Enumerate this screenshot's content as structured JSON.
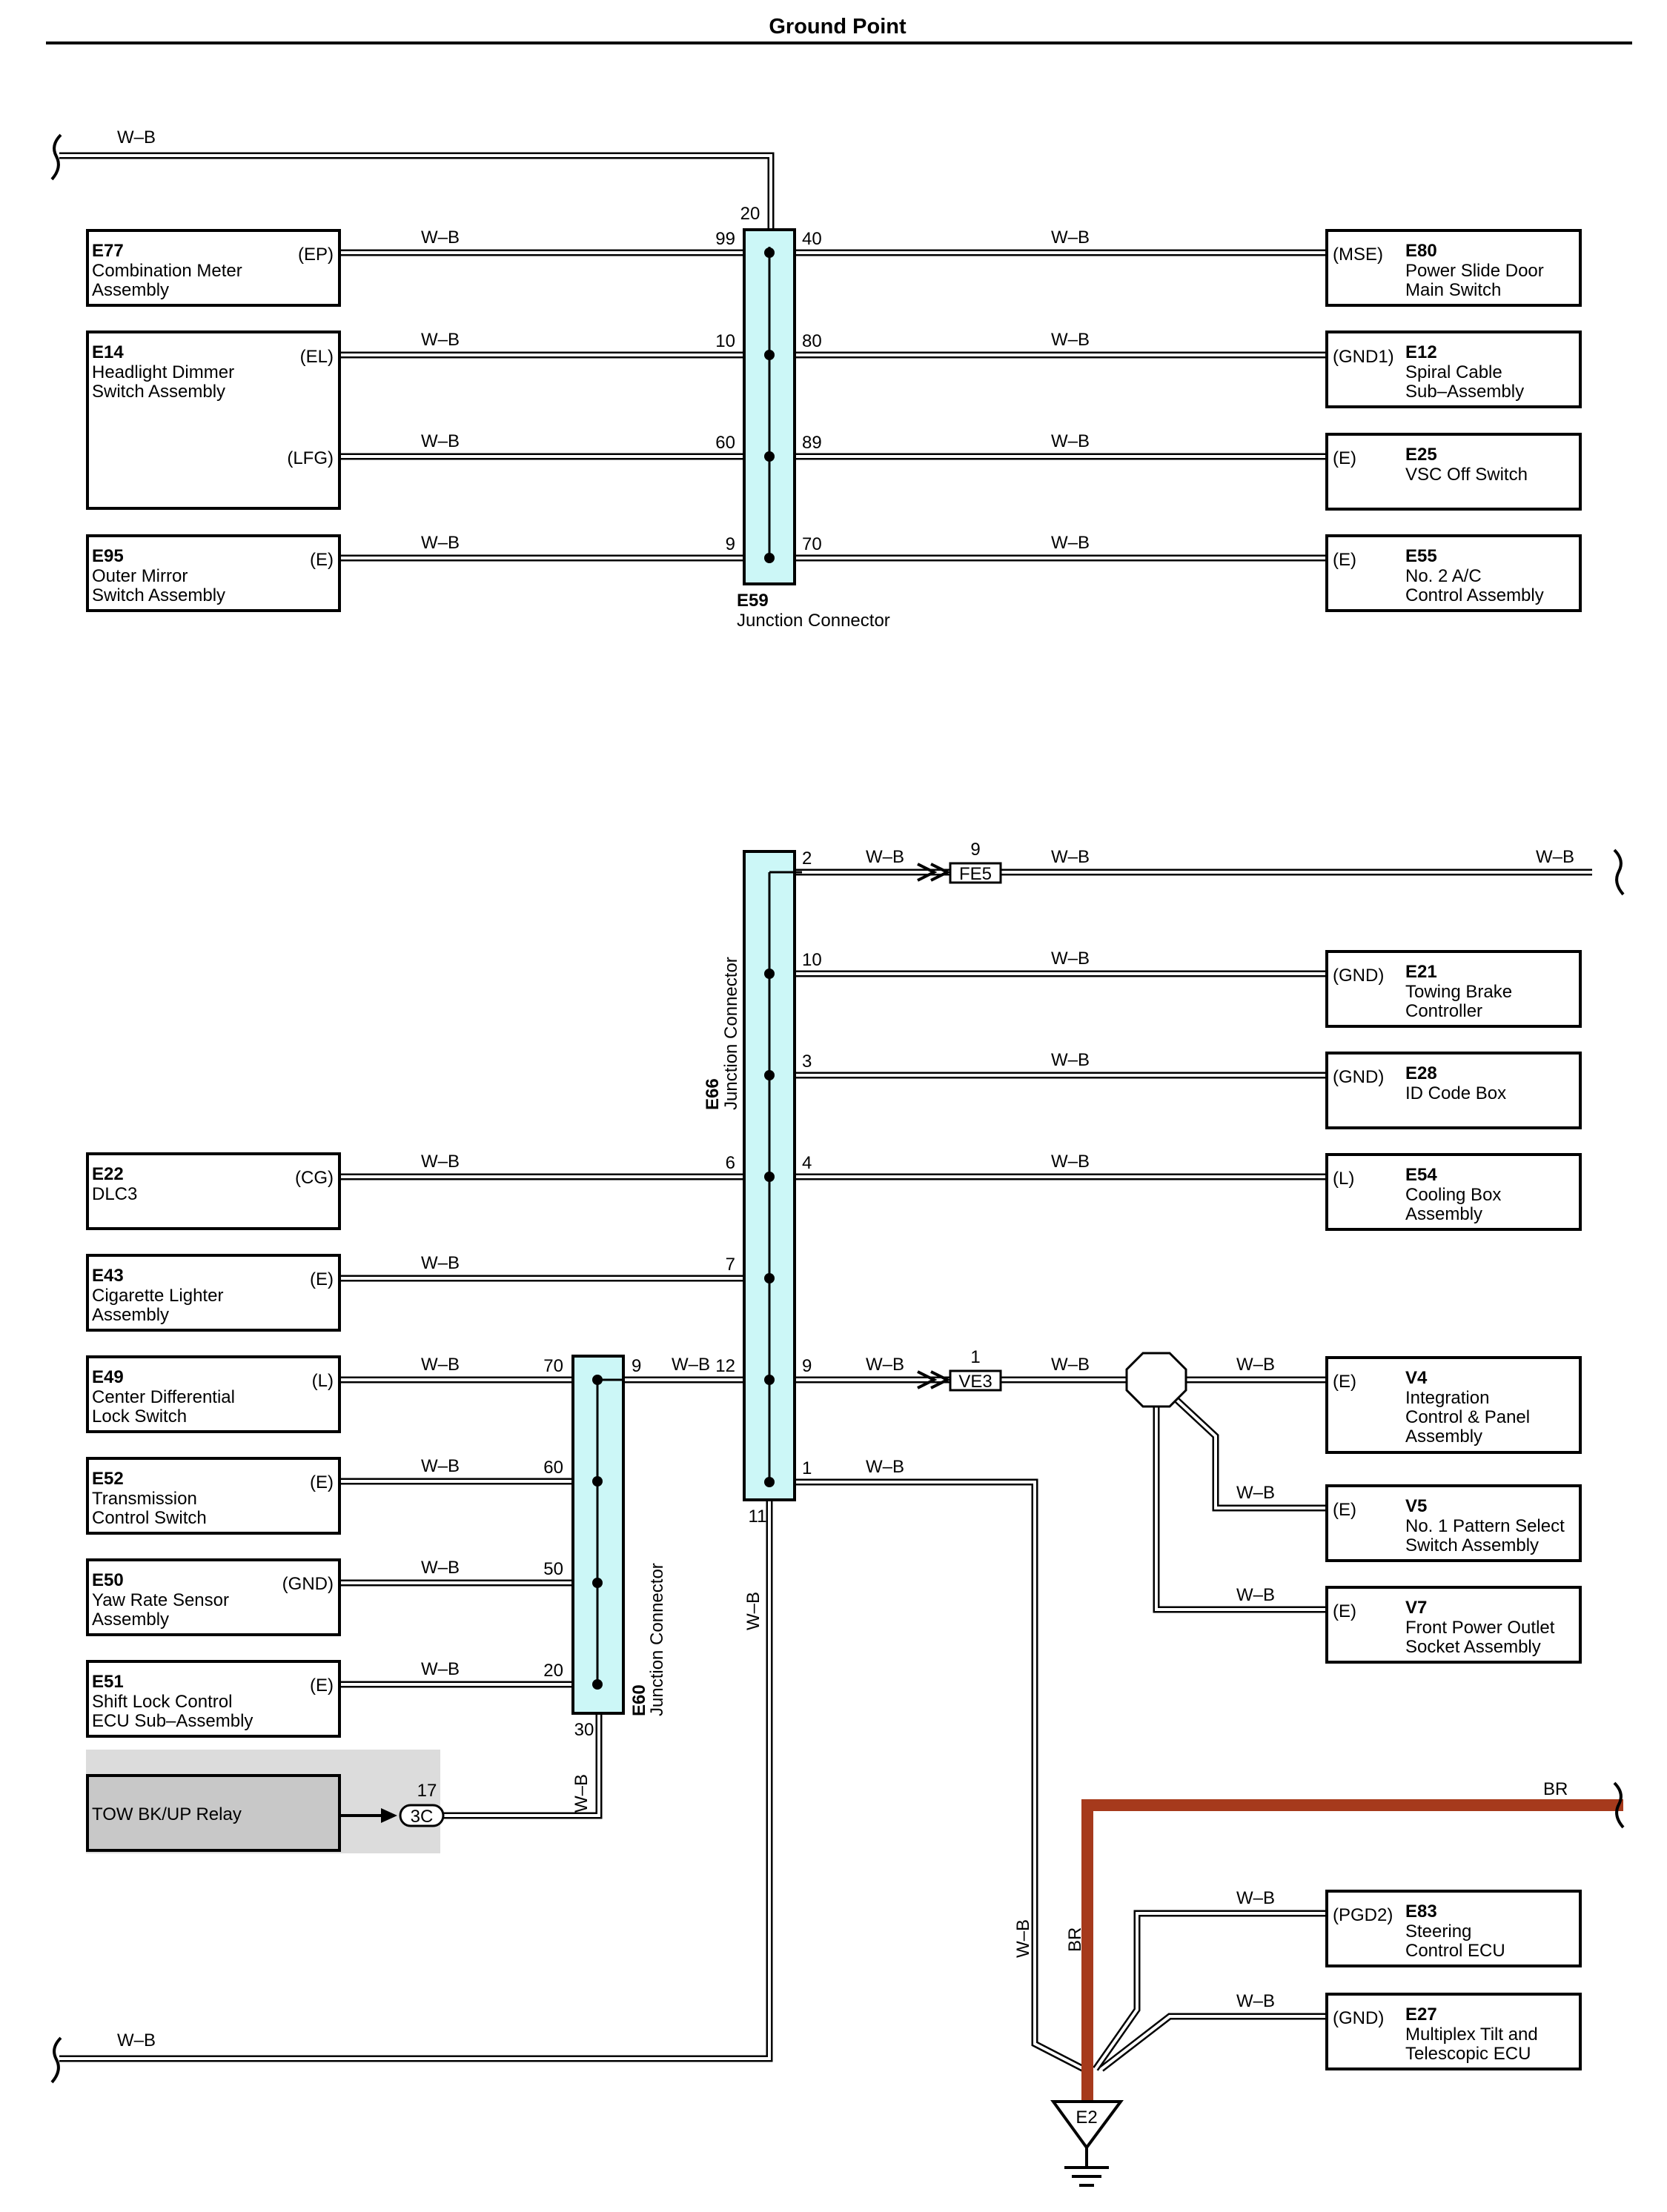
{
  "title": "Ground Point",
  "wire_color": "W–B",
  "brown_wire_color": "BR",
  "colors": {
    "junction_fill": "#ccf7f7",
    "brown_wire": "#a63a1c",
    "relay_fill": "#c8c8c8"
  },
  "top_section": {
    "junction": {
      "code": "E59",
      "name": "Junction Connector",
      "top_pin": "20"
    },
    "left_components": [
      {
        "code": "E77",
        "line1": "Combination Meter",
        "line2": "Assembly",
        "terminal": "(EP)",
        "pin": "99"
      },
      {
        "code": "E14",
        "line1": "Headlight Dimmer",
        "line2": "Switch Assembly",
        "terminal": "(EL)",
        "pin": "10",
        "terminal_2": "(LFG)",
        "pin_2": "60"
      },
      {
        "code": "E95",
        "line1": "Outer Mirror",
        "line2": "Switch Assembly",
        "terminal": "(E)",
        "pin": "9"
      }
    ],
    "right_components": [
      {
        "code": "E80",
        "line1": "Power Slide Door",
        "line2": "Main Switch",
        "terminal": "(MSE)",
        "pin": "40"
      },
      {
        "code": "E12",
        "line1": "Spiral Cable",
        "line2": "Sub–Assembly",
        "terminal": "(GND1)",
        "pin": "80"
      },
      {
        "code": "E25",
        "line1": "VSC Off Switch",
        "line2": "",
        "terminal": "(E)",
        "pin": "89"
      },
      {
        "code": "E55",
        "line1": "No. 2 A/C",
        "line2": "Control Assembly",
        "terminal": "(E)",
        "pin": "70"
      }
    ]
  },
  "bottom_section": {
    "junction_e66": {
      "code": "E66",
      "name": "Junction Connector",
      "bottom_pin": "11"
    },
    "junction_e60": {
      "code": "E60",
      "name": "Junction Connector",
      "bottom_pin": "30"
    },
    "inline_fe5": {
      "code": "FE5",
      "pin": "9"
    },
    "inline_ve3": {
      "code": "VE3",
      "pin": "1"
    },
    "e66_right_pins": [
      "2",
      "10",
      "3",
      "4",
      "9",
      "1"
    ],
    "e66_left_pins": [
      "6",
      "7",
      "12"
    ],
    "e60_pins": {
      "e49": "70",
      "out": "9",
      "e52": "60",
      "e50": "50",
      "e51": "20"
    },
    "left_components": [
      {
        "code": "E22",
        "line1": "DLC3",
        "line2": "",
        "terminal": "(CG)"
      },
      {
        "code": "E43",
        "line1": "Cigarette Lighter",
        "line2": "Assembly",
        "terminal": "(E)"
      },
      {
        "code": "E49",
        "line1": "Center Differential",
        "line2": "Lock Switch",
        "terminal": "(L)"
      },
      {
        "code": "E52",
        "line1": "Transmission",
        "line2": "Control Switch",
        "terminal": "(E)"
      },
      {
        "code": "E50",
        "line1": "Yaw Rate Sensor",
        "line2": "Assembly",
        "terminal": "(GND)"
      },
      {
        "code": "E51",
        "line1": "Shift Lock Control",
        "line2": "ECU Sub–Assembly",
        "terminal": "(E)"
      }
    ],
    "right_components": [
      {
        "code": "E21",
        "line1": "Towing Brake",
        "line2": "Controller",
        "line3": "",
        "terminal": "(GND)"
      },
      {
        "code": "E28",
        "line1": "ID Code Box",
        "line2": "",
        "line3": "",
        "terminal": "(GND)"
      },
      {
        "code": "E54",
        "line1": "Cooling Box",
        "line2": "Assembly",
        "line3": "",
        "terminal": "(L)"
      },
      {
        "code": "V4",
        "line1": "Integration",
        "line2": "Control & Panel",
        "line3": "Assembly",
        "terminal": "(E)"
      },
      {
        "code": "V5",
        "line1": "No. 1 Pattern Select",
        "line2": "Switch Assembly",
        "line3": "",
        "terminal": "(E)"
      },
      {
        "code": "V7",
        "line1": "Front Power Outlet",
        "line2": "Socket Assembly",
        "line3": "",
        "terminal": "(E)"
      },
      {
        "code": "E83",
        "line1": "Steering",
        "line2": "Control ECU",
        "line3": "",
        "terminal": "(PGD2)"
      },
      {
        "code": "E27",
        "line1": "Multiplex Tilt and",
        "line2": "Telescopic ECU",
        "line3": "",
        "terminal": "(GND)"
      }
    ],
    "relay": {
      "label": "TOW BK/UP Relay",
      "connector": "3C",
      "pin": "17"
    },
    "ground": {
      "code": "E2"
    }
  }
}
